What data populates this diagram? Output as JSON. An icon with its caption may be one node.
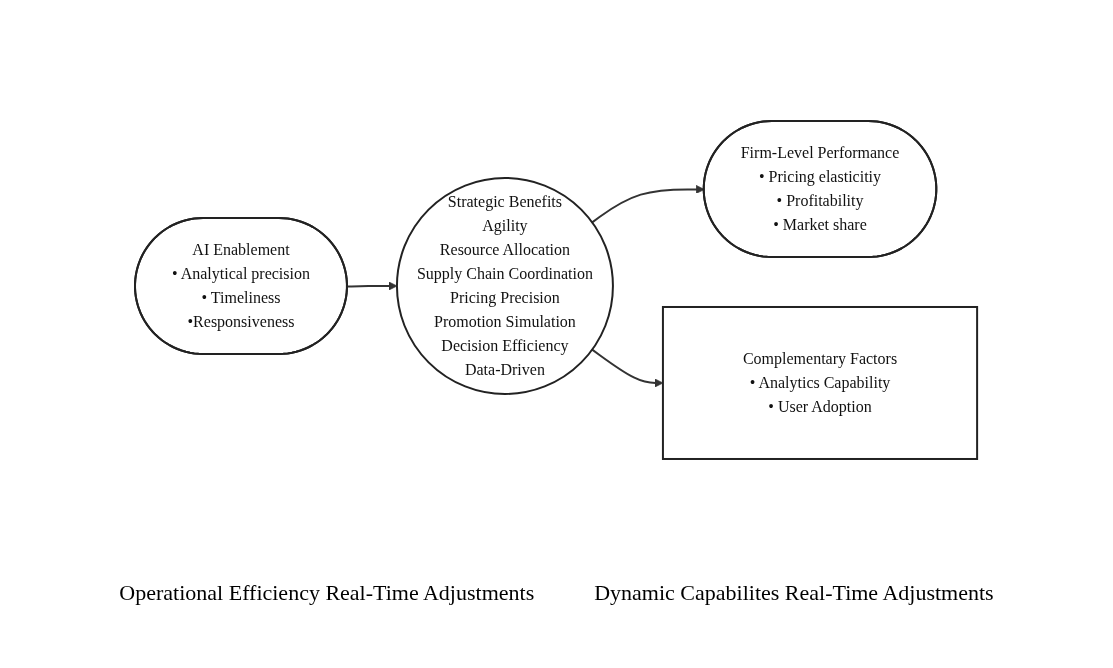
{
  "diagram": {
    "nodes": [
      {
        "text": [
          "AI Enablement",
          "• Analytical precision",
          "• Timeliness",
          "•Responsiveness"
        ]
      },
      {
        "text": [
          "Strategic Benefits",
          "Agility",
          "Resource Allocation",
          "Supply Chain Coordination",
          "Pricing Precision",
          "Promotion Simulation",
          "Decision Efficiency",
          "Data-Driven"
        ]
      },
      {
        "text": [
          "Firm-Level Performance",
          "• Pricing elasticitiy",
          "• Profitability",
          "• Market share"
        ]
      },
      {
        "text": [
          "Complementary Factors",
          "• Analytics Capability",
          "• User Adoption"
        ]
      }
    ],
    "edges": [
      {
        "from": 0,
        "to": 1,
        "arrow": "to"
      },
      {
        "from": 1,
        "to": 2,
        "arrow": "to"
      },
      {
        "from": 1,
        "to": 3,
        "arrow": "to"
      }
    ],
    "labels": [
      "Operational Efficiency Real-Time Adjustments",
      "Dynamic Capabilites Real-Time Adjustments"
    ]
  }
}
